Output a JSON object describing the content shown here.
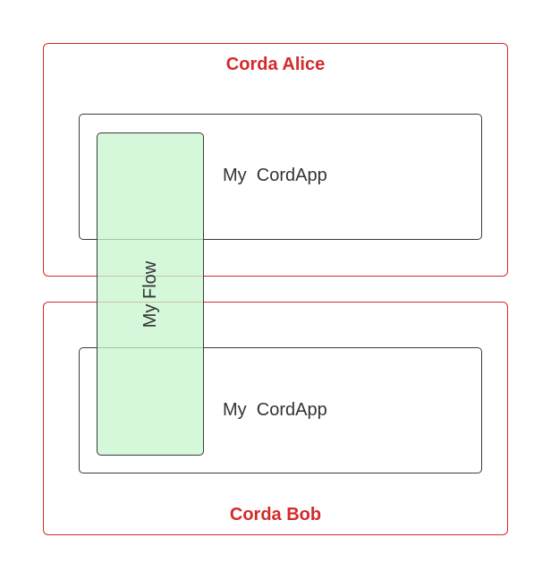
{
  "diagram": {
    "alice": {
      "title": "Corda Alice",
      "app_label": "My  CordApp"
    },
    "bob": {
      "title": "Corda Bob",
      "app_label": "My  CordApp"
    },
    "flow": {
      "label": "My Flow"
    },
    "colors": {
      "node_border": "#d42a2a",
      "node_title": "#d42a2a",
      "app_border": "#3a3a3a",
      "flow_fill": "#c7f5cd",
      "text": "#333333"
    }
  }
}
